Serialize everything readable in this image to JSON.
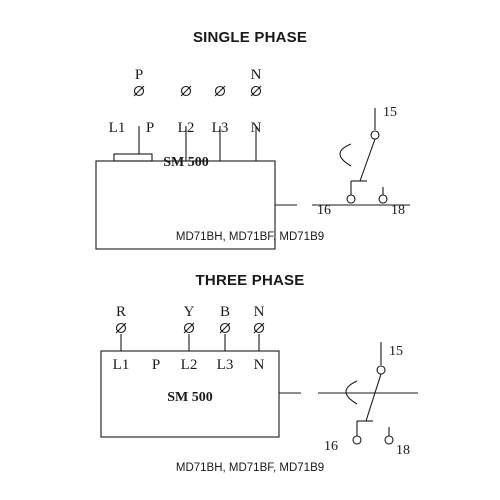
{
  "single_phase": {
    "heading": "SINGLE PHASE",
    "supply_labels": [
      "P",
      "N"
    ],
    "terminal_labels": [
      "L1",
      "P",
      "L2",
      "L3",
      "N"
    ],
    "device_label": "SM 500",
    "contact_numbers": [
      "15",
      "16",
      "18"
    ],
    "models": "MD71BH, MD71BF, MD71B9"
  },
  "three_phase": {
    "heading": "THREE PHASE",
    "supply_labels": [
      "R",
      "Y",
      "B",
      "N"
    ],
    "terminal_labels": [
      "L1",
      "P",
      "L2",
      "L3",
      "N"
    ],
    "device_label": "SM 500",
    "contact_numbers": [
      "15",
      "16",
      "18"
    ],
    "models": "MD71BH, MD71BF, MD71B9"
  },
  "icons": [
    "terminal-screw-icon",
    "changeover-contact-icon"
  ]
}
